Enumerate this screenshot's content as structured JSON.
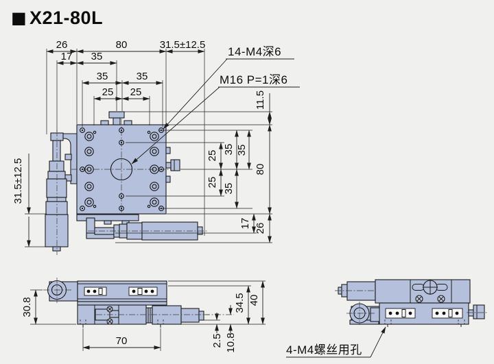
{
  "title_marker": "■",
  "title": "X21-80L",
  "colors": {
    "background": "#f0f1ee",
    "part_fill": "#b4c0dc",
    "line": "#1c1c1c"
  },
  "callouts": {
    "top_holes": "14-M4深6",
    "center_thread": "M16 P=1深6",
    "base_holes": "4-M4螺丝用孔"
  },
  "top_view": {
    "d26": "26",
    "d80": "80",
    "travel_h": "31.5±12.5",
    "d17": "17",
    "d35_top": "35",
    "d35_l": "35",
    "d35_r": "35",
    "d25_l": "25",
    "d25_r": "25",
    "travel_v": "31.5±12.5",
    "d11_5": "11.5",
    "d25_u": "25",
    "d25_d": "25",
    "d35_u1": "35",
    "d35_u2": "35",
    "d35_d": "35",
    "d80_v": "80",
    "d17_v": "17",
    "d26_v": "26"
  },
  "side_view": {
    "d30_8": "30.8",
    "d70": "70",
    "d2_5": "2.5",
    "d10_8": "10.8",
    "d34_5": "34.5",
    "d40": "40"
  }
}
